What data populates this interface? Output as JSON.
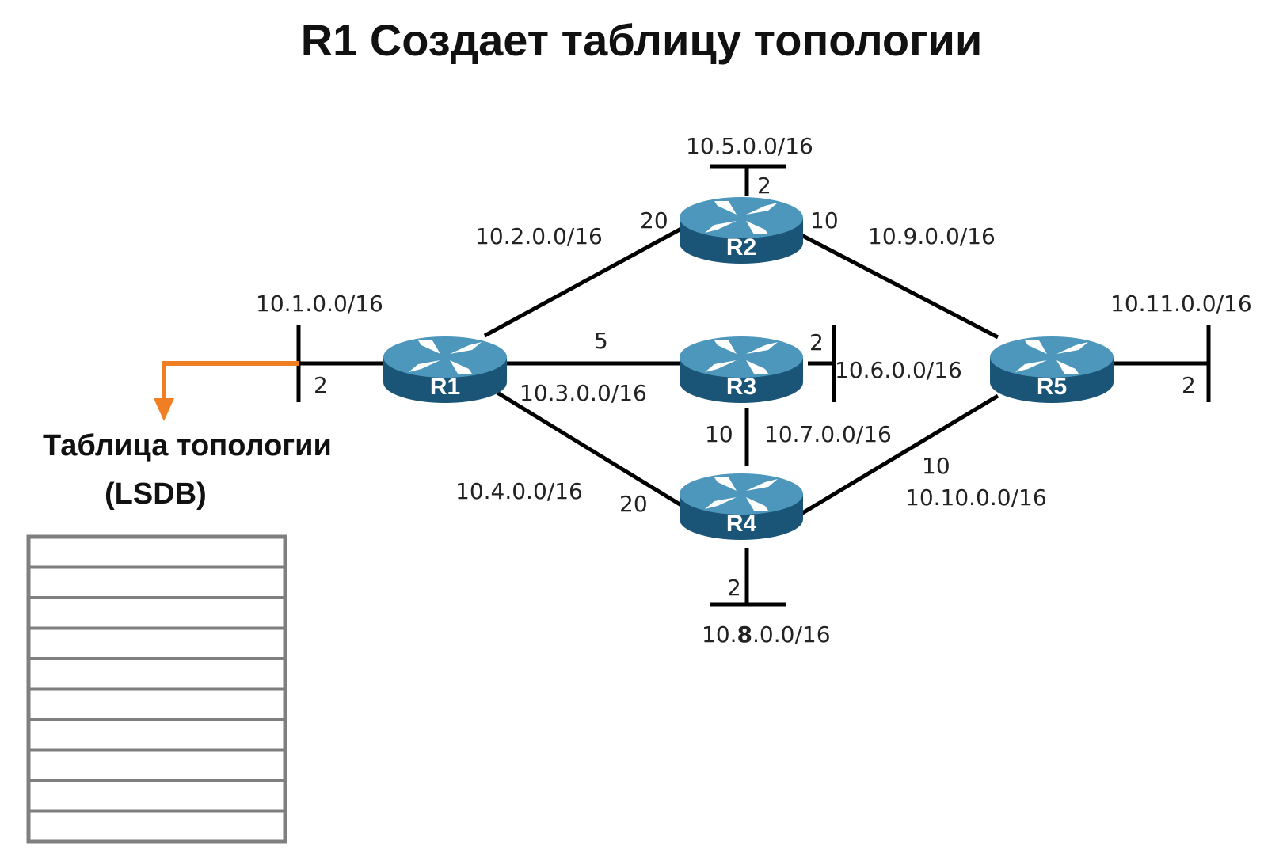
{
  "title": "R1 Создает таблицу топологии",
  "topology_table": {
    "title_line1": "Таблица топологии",
    "title_line2": "(LSDB)",
    "rows": 10
  },
  "colors": {
    "router_top": "#4d97bd",
    "router_side": "#1a5577",
    "link": "#000000",
    "arrow": "#f07f24",
    "table_border": "#7f7f7f"
  },
  "routers": [
    {
      "id": "r1",
      "label": "R1",
      "icon": "router-icon"
    },
    {
      "id": "r2",
      "label": "R2",
      "icon": "router-icon"
    },
    {
      "id": "r3",
      "label": "R3",
      "icon": "router-icon"
    },
    {
      "id": "r4",
      "label": "R4",
      "icon": "router-icon"
    },
    {
      "id": "r5",
      "label": "R5",
      "icon": "router-icon"
    }
  ],
  "links": [
    {
      "id": "r1-r2",
      "network": "10.2.0.0/16",
      "cost_near_r2": "20"
    },
    {
      "id": "r1-r3",
      "network": "10.3.0.0/16",
      "cost": "5"
    },
    {
      "id": "r1-r4",
      "network": "10.4.0.0/16",
      "cost_near_r4": "20"
    },
    {
      "id": "r2-r5",
      "network": "10.9.0.0/16",
      "cost_near_r2": "10"
    },
    {
      "id": "r3-r4",
      "network": "10.7.0.0/16",
      "cost": "10"
    },
    {
      "id": "r4-r5",
      "network": "10.10.0.0/16",
      "cost": "10"
    }
  ],
  "stubs": [
    {
      "id": "r1-lan",
      "network": "10.1.0.0/16",
      "cost": "2"
    },
    {
      "id": "r2-lan",
      "network": "10.5.0.0/16",
      "cost": "2"
    },
    {
      "id": "r3-lan",
      "network": "10.6.0.0/16",
      "cost": "2"
    },
    {
      "id": "r4-lan",
      "network_prefix": "10.",
      "network_bold": "8",
      "network_suffix": ".0.0/16",
      "cost": "2"
    },
    {
      "id": "r5-lan",
      "network": "10.11.0.0/16",
      "cost": "2"
    }
  ]
}
